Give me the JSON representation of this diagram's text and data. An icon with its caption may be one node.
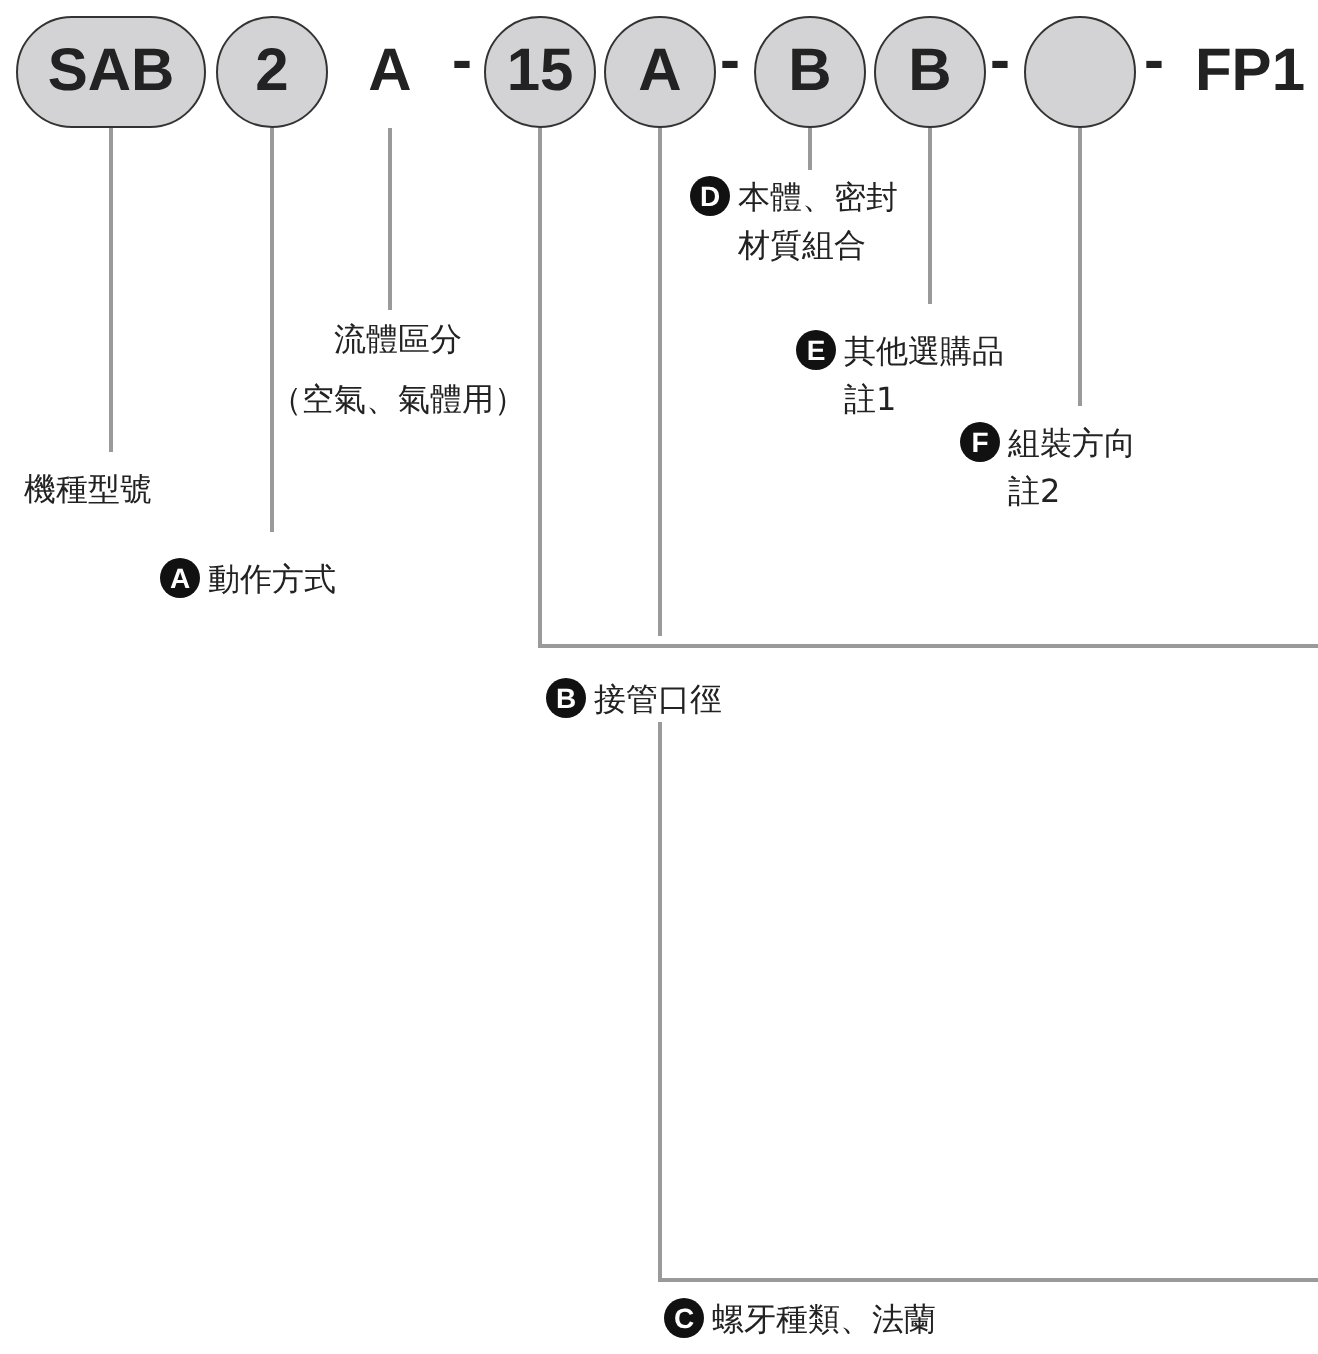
{
  "diagram": {
    "nodes": [
      {
        "text": [
          "SAB"
        ]
      },
      {
        "text": [
          "2"
        ]
      },
      {
        "text": [
          "A"
        ]
      },
      {
        "text": [
          "15"
        ]
      },
      {
        "text": [
          "A"
        ]
      },
      {
        "text": [
          "B"
        ]
      },
      {
        "text": [
          "B"
        ]
      },
      {
        "text": [],
        "shape": "circle"
      },
      {
        "text": [
          "FP1"
        ]
      },
      {
        "text": [
          "機種型號"
        ]
      },
      {
        "text": [
          "A",
          "動作方式"
        ]
      },
      {
        "text": [
          "流體區分",
          "（空氣、氣體用）"
        ]
      },
      {
        "text": [
          "B",
          "接管口徑"
        ]
      },
      {
        "text": [
          "D",
          "本體、密封材質組合"
        ]
      },
      {
        "text": [
          "E",
          "其他選購品註1"
        ]
      },
      {
        "text": [
          "F",
          "組裝方向註2"
        ]
      },
      {
        "text": [
          "C",
          "螺牙種類、法蘭"
        ]
      }
    ],
    "edges": [
      {
        "from": 0,
        "to": 9,
        "arrow": "none"
      },
      {
        "from": 1,
        "to": 10,
        "arrow": "none"
      },
      {
        "from": 2,
        "to": 11,
        "arrow": "none"
      },
      {
        "from": 3,
        "to": null,
        "arrow": "none"
      },
      {
        "from": 4,
        "to": null,
        "arrow": "none"
      },
      {
        "from": 5,
        "to": 13,
        "arrow": "none"
      },
      {
        "from": 6,
        "to": 14,
        "arrow": "none"
      },
      {
        "from": 7,
        "to": 15,
        "arrow": "none"
      }
    ],
    "labels": [
      "-",
      "-",
      "-",
      "-"
    ]
  }
}
